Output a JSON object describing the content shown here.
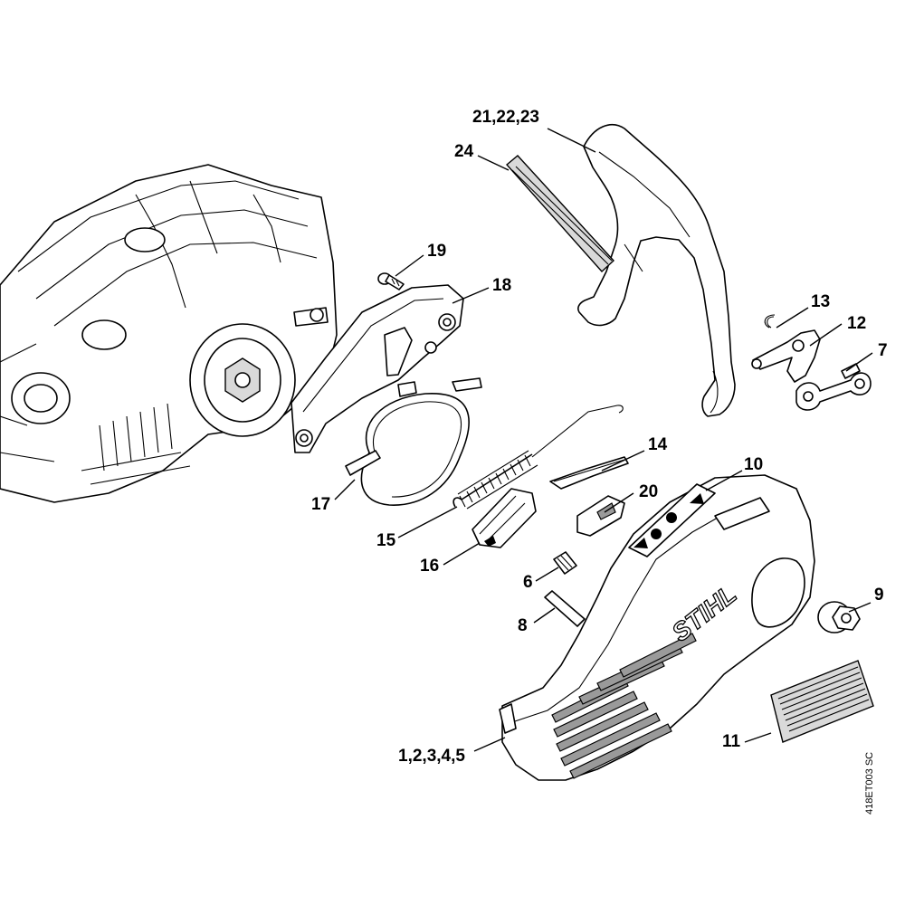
{
  "diagram": {
    "callouts": [
      {
        "id": "c-21-22-23",
        "text": "21,22,23"
      },
      {
        "id": "c-24",
        "text": "24"
      },
      {
        "id": "c-19",
        "text": "19"
      },
      {
        "id": "c-18",
        "text": "18"
      },
      {
        "id": "c-13",
        "text": "13"
      },
      {
        "id": "c-12",
        "text": "12"
      },
      {
        "id": "c-7",
        "text": "7"
      },
      {
        "id": "c-14",
        "text": "14"
      },
      {
        "id": "c-10",
        "text": "10"
      },
      {
        "id": "c-20",
        "text": "20"
      },
      {
        "id": "c-17",
        "text": "17"
      },
      {
        "id": "c-15",
        "text": "15"
      },
      {
        "id": "c-16",
        "text": "16"
      },
      {
        "id": "c-6",
        "text": "6"
      },
      {
        "id": "c-8",
        "text": "8"
      },
      {
        "id": "c-9",
        "text": "9"
      },
      {
        "id": "c-11",
        "text": "11"
      },
      {
        "id": "c-1-2-3-4-5",
        "text": "1,2,3,4,5"
      }
    ],
    "brand_mark": "STIHL",
    "drawing_id": "418ET003 SC"
  },
  "colors": {
    "line": "#000000",
    "background": "#ffffff",
    "shade": "#d9d9d9"
  }
}
